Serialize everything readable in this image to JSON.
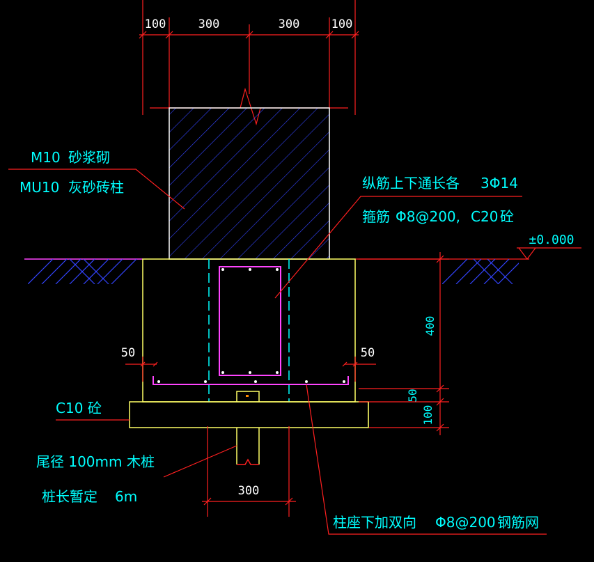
{
  "colors": {
    "background": "#000000",
    "dim_line": "#ff2020",
    "leader": "#ff2020",
    "concrete": "#ffff66",
    "rebar": "#ff44ff",
    "hatch": "#3344ff",
    "text_cyan": "#00ffff",
    "text_white": "#ffffff",
    "center_line": "#00ffff"
  },
  "top_dims": [
    "100",
    "300",
    "300",
    "100"
  ],
  "notes": {
    "masonry_line1_code": "M10",
    "masonry_line1_text": "砂浆砌",
    "masonry_line2_code": "MU10",
    "masonry_line2_text": "灰砂砖柱",
    "rebar_line1_text": "纵筋上下通长各",
    "rebar_line1_value": "3Φ14",
    "rebar_line2_text": "箍筋",
    "rebar_line2_value": "Φ8@200,",
    "rebar_line2_grade": "C20",
    "rebar_line2_material": "砼",
    "elevation": "±0.000",
    "cushion_grade": "C10",
    "cushion_material": "砼",
    "pile_line1_text": "尾径 100mm",
    "pile_line1_type": "木桩",
    "pile_line2_text": "桩长暂定",
    "pile_line2_value": "6m",
    "mesh_text": "柱座下加双向",
    "mesh_value": "Φ8@200",
    "mesh_material": "钢筋网"
  },
  "dims": {
    "cover_left": "50",
    "cover_right": "50",
    "height_400": "400",
    "height_50": "50",
    "height_100": "100",
    "pile_width": "300"
  }
}
